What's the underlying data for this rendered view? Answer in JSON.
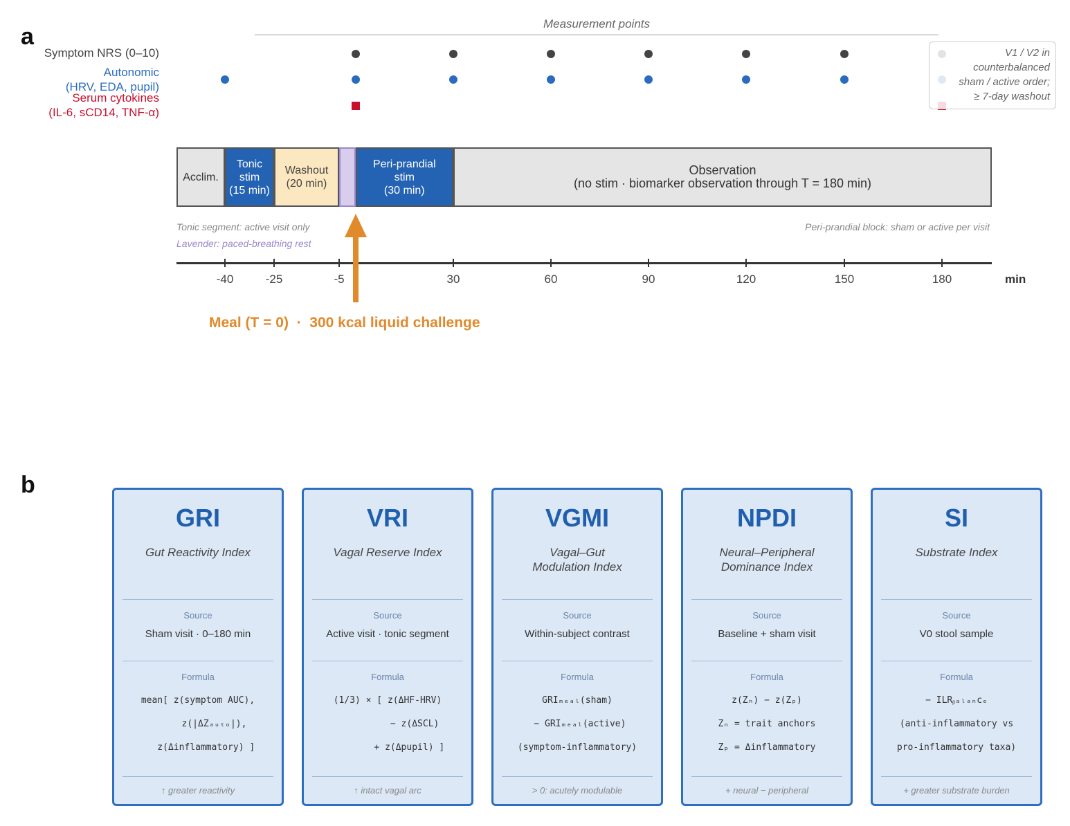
{
  "panel_a": {
    "letter": "a",
    "measurement_title": "Measurement points",
    "rows": [
      {
        "label": "Symptom NRS (0–10)",
        "color": "#444444"
      },
      {
        "label": "Autonomic\n(HRV, EDA, pupil)",
        "color": "#2b6bbf"
      },
      {
        "label": "Serum cytokines\n(IL-6, sCD14, TNF-α)",
        "color": "#c8102e"
      }
    ],
    "measurement_times": {
      "symptom": [
        0,
        30,
        60,
        90,
        120,
        150,
        180
      ],
      "autonomic": [
        -40,
        0,
        30,
        60,
        90,
        120,
        150,
        180
      ],
      "cytokines": [
        0,
        180
      ]
    },
    "visit_note": "V1 / V2 in\ncounterbalanced\nsham / active order;\n≥ 7-day washout",
    "segments": [
      {
        "label": "Acclim.",
        "start": -46,
        "end": -40,
        "fill": "#e5e5e5",
        "text_color": "#333333"
      },
      {
        "label": "Tonic\nstim\n(15 min)",
        "start": -40,
        "end": -25,
        "fill": "#2463b3",
        "text_color": "#ffffff"
      },
      {
        "label": "Washout\n(20 min)",
        "start": -25,
        "end": -5,
        "fill": "#fbe8c0",
        "text_color": "#444444"
      },
      {
        "label": "",
        "start": -5,
        "end": 0,
        "fill": "#d9cdee",
        "text_color": "#444444"
      },
      {
        "label": "Peri-prandial\nstim\n(30 min)",
        "start": 0,
        "end": 30,
        "fill": "#2463b3",
        "text_color": "#ffffff"
      },
      {
        "label": "Observation\n(no stim · biomarker observation through T = 180 min)",
        "start": 30,
        "end": 195,
        "fill": "#e5e5e5",
        "text_color": "#333333"
      }
    ],
    "notes": {
      "tonic": "Tonic segment: active visit only",
      "lavender": "Lavender: paced-breathing rest",
      "periprandial": "Peri-prandial block: sham or active per visit"
    },
    "ticks": [
      -40,
      -25,
      -5,
      30,
      60,
      90,
      120,
      150,
      180
    ],
    "axis_unit": "min",
    "meal_label": "Meal (T = 0)  ·  300 kcal liquid challenge",
    "meal_color": "#e08a2c"
  },
  "panel_b": {
    "letter": "b",
    "source_header": "Source",
    "formula_header": "Formula",
    "cards": [
      {
        "abbr": "GRI",
        "full": "Gut Reactivity Index",
        "source": "Sham visit · 0–180 min",
        "formula": "mean[ z(symptom AUC),\n      z(|ΔZₐᵤₜₒ|),\n   z(Δinflammatory) ]",
        "footer": "↑ greater reactivity"
      },
      {
        "abbr": "VRI",
        "full": "Vagal Reserve Index",
        "source": "Active visit · tonic segment",
        "formula": "(1/3) × [ z(ΔHF-HRV)\n          − z(ΔSCL)\n        + z(Δpupil) ]",
        "footer": "↑ intact vagal arc"
      },
      {
        "abbr": "VGMI",
        "full": "Vagal–Gut\nModulation Index",
        "source": "Within-subject contrast",
        "formula": "GRIₘₑₐₗ(sham)\n − GRIₘₑₐₗ(active)\n(symptom-inflammatory)",
        "footer": "> 0: acutely modulable"
      },
      {
        "abbr": "NPDI",
        "full": "Neural–Peripheral\nDominance Index",
        "source": "Baseline + sham visit",
        "formula": "z(Zₙ) − z(Zₚ)\nZₙ = trait anchors\nZₚ = Δinflammatory",
        "footer": "+ neural   − peripheral"
      },
      {
        "abbr": "SI",
        "full": "Substrate Index",
        "source": "V0 stool sample",
        "formula": "− ILRᵦₐₗₐₙcₑ\n(anti-inflammatory vs\npro-inflammatory taxa)",
        "footer": "+ greater substrate burden"
      }
    ]
  }
}
